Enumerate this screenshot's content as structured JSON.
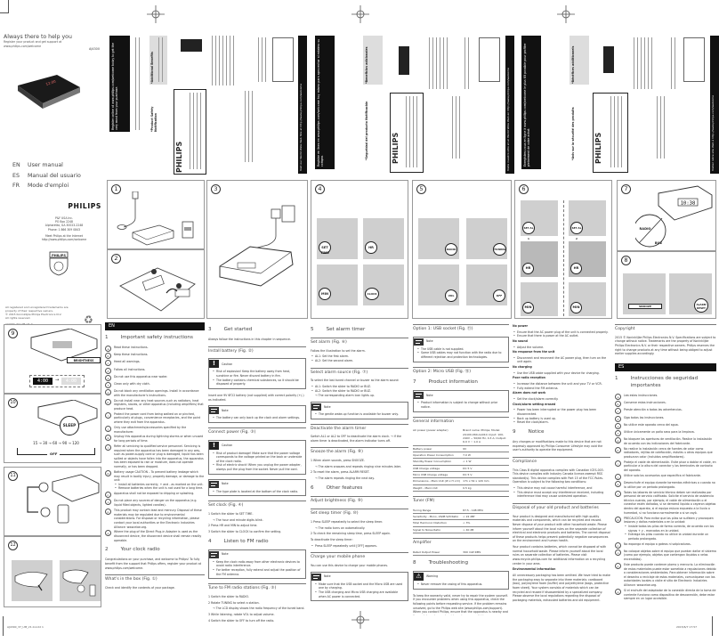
{
  "cover": {
    "tagline": "Always there to help you",
    "register_line1": "Register your product and get support at",
    "register_url": "www.philips.com/welcome",
    "model": "AJ4300",
    "languages": [
      {
        "code": "EN",
        "name": "User manual"
      },
      {
        "code": "ES",
        "name": "Manual del usuario"
      },
      {
        "code": "FR",
        "name": "Mode d'emploi"
      }
    ],
    "brand": "PHILIPS",
    "address": [
      "P&F USA Inc.",
      "PO Box 2248",
      "Alpharetta, GA 30023-2248",
      "Phone: 1 866 309 0843"
    ],
    "internet_line1": "Meet Philips at the Internet",
    "internet_url": "http://www.philips.com/welcome",
    "legal": [
      "All registered and unregistered trademarks are property of their respective owners.",
      "© 2015 Koninklijke Philips Electronics N.V.",
      "All rights reserved."
    ],
    "doc_code": "AJ4300_37_UM_V1.0"
  },
  "registration_panels": [
    {
      "lang": "EN",
      "header": "Register online at www.philips.com/welcome today to get the very most from your purchase.",
      "section1": "*Product Safety Notification",
      "section2": "*Additional Benefits",
      "brand": "PHILIPS",
      "footer": "Visit our World Wide Web Site at http://www.philips.com/welcome"
    },
    {
      "lang": "ES",
      "header": "Registre en línea en www.philips.com/welcome hoy mismo para aprovechar al máximo su compra.",
      "section1": "*Seguridad del producto Notificación",
      "section2": "*Beneficios adicionales",
      "brand": "PHILIPS",
      "footer": "Visite nuestro sitio en el World Wide Web en http://www.philips.com/welcome"
    },
    {
      "lang": "FR",
      "header": "Enregistrez-vous en ligne à www.philips.com/welcome le plus tôt possible pour profiter pleinement de votre achat.",
      "section1": "*Avis sur la sécurité des produits",
      "section2": "*Bénéfices additionnels",
      "brand": "PHILIPS",
      "footer": "Visitez notre site Web à http://www.philips.com/welcome"
    }
  ],
  "figures": [
    {
      "num": "1"
    },
    {
      "num": "2"
    },
    {
      "num": "3"
    },
    {
      "num": "4",
      "labels": [
        "SET TIME",
        "HR",
        "MIN",
        "CLOCK"
      ]
    },
    {
      "num": "5",
      "labels": [
        "RADIO",
        "TUNING",
        "VOL",
        "OFF"
      ]
    },
    {
      "num": "6",
      "labels": [
        "SET AL 1",
        "SET AL 2",
        "HR",
        "HR",
        "MIN",
        "MIN"
      ]
    },
    {
      "num": "7",
      "labels": [
        "AL 1",
        "RADIO",
        "AL 2",
        "BUZ"
      ],
      "display": "10:38"
    },
    {
      "num": "8",
      "labels": [
        "SNOOZE",
        "ALARM RESET"
      ]
    },
    {
      "num": "9",
      "labels": [
        "BRIGHTNESS"
      ],
      "display": "4:00"
    },
    {
      "num": "10",
      "labels": [
        "SLEEP",
        "OFF"
      ],
      "sequence": [
        "15",
        "30",
        "60",
        "90",
        "120"
      ]
    },
    {
      "num": "11"
    },
    {
      "num": "12"
    }
  ],
  "manual": {
    "lang_tag": "EN",
    "s1_num": "1",
    "s1_title": "Important safety instructions",
    "safety": [
      "Read these instructions.",
      "Keep these instructions.",
      "Heed all warnings.",
      "Follow all instructions.",
      "Do not use this apparatus near water.",
      "Clean only with dry cloth.",
      "Do not block any ventilation openings. Install in accordance with the manufacturer's instructions.",
      "Do not install near any heat sources such as radiators, heat registers, stoves, or other apparatus (including amplifiers) that produce heat.",
      "Protect the power cord from being walked on or pinched, particularly at plugs, convenience receptacles, and the point where they exit from the apparatus.",
      "Only use attachments/accessories specified by the manufacturer.",
      "Unplug this apparatus during lightning storms or when unused for long periods of time.",
      "Refer all servicing to qualified service personnel. Servicing is required when the apparatus has been damaged in any way, such as power-supply cord or plug is damaged, liquid has been spilled or objects have fallen into the apparatus, the apparatus has been exposed to rain or moisture, does not operate normally, or has been dropped.",
      "Battery usage CAUTION – To prevent battery leakage which may result in bodily injury, property damage, or damage to the unit:",
      "Apparatus shall not be exposed to dripping or splashing.",
      "Do not place any sources of danger on the apparatus (e.g. liquid filled objects, lighted candles).",
      "This product may contain lead and mercury. Disposal of these materials may be regulated due to environmental considerations. For disposal or recycling information, please contact your local authorities or the Electronic Industries Alliance: www.eiae.org.",
      "Where the plug of the Direct Plug-in Adapter is used as the disconnect device, the disconnect device shall remain readily operable."
    ],
    "battery_bullets": [
      "Install all batteries correctly, + and - as marked on the unit.",
      "Remove batteries when the unit is not used for a long time."
    ],
    "s2_num": "2",
    "s2_title": "Your clock radio",
    "s2_intro": "Congratulations on your purchase, and welcome to Philips! To fully benefit from the support that Philips offers, register your product at www.philips.com/welcome.",
    "whats_in_box": "What's in the box (Fig. ①)",
    "whats_in_box_text": "Check and identify the contents of your package.",
    "s3_num": "3",
    "s3_title": "Get started",
    "s3_intro": "Always follow the instructions in this chapter in sequence.",
    "install_battery": "Install battery (Fig. ②)",
    "caution_label": "Caution",
    "note_label": "Note",
    "battery_cautions": [
      "Risk of explosion! Keep the battery away from heat, sunshine or fire. Never discard battery in fire.",
      "The battery contains chemical substances, so it should be disposed of properly."
    ],
    "battery_text": "Insert one 9V 6F22 battery (not supplied) with correct polarity (+/-) as indicated.",
    "battery_note": "The battery can only back up the clock and alarm settings.",
    "connect_power": "Connect power (Fig. ③)",
    "power_cautions": [
      "Risk of product damage! Make sure that the power voltage corresponds to the voltage printed on the back or underside of the clock radio.",
      "Risk of electric shock! When you unplug the power adapter, always pull the plug from the socket. Never pull the cord."
    ],
    "power_note": "The type plate is located at the bottom of the clock radio.",
    "set_clock": "Set clock (Fig. ④)",
    "set_clock_steps": [
      "Switch the slider to SET TIME.",
      "→ The hour and minute digits blink.",
      "Press HR and MIN to adjust time.",
      "Switch the slider to CLOCK to confirm the setting."
    ],
    "s4_num": "4",
    "s4_title": "Listen to FM radio",
    "fm_notes": [
      "Keep the clock radio away from other electronic devices to avoid radio interference.",
      "For better reception, fully extend and adjust the position of the FM antenna."
    ],
    "tune_fm": "Tune to FM radio stations (Fig. ⑤)",
    "tune_steps": [
      "Switch the slider to RADIO.",
      "Rotate TUNING to select a station.",
      "→ The LCD display shows the radio frequency of the tuned band.",
      "While listening, rotate VOL to adjust volume.",
      "Switch the slider to OFF to turn off the radio."
    ],
    "s5_num": "5",
    "s5_title": "Set alarm timer",
    "set_alarm": "Set alarm (Fig. ⑥)",
    "set_alarm_text": "Follow the illustration to set the alarm.",
    "set_alarm_bullets": [
      "AL1: Set the first alarm.",
      "AL2: Set the second alarm."
    ],
    "alarm_source": "Select alarm source (Fig. ⑦)",
    "alarm_source_text": "To select the last tuned channel or buzzer as the alarm sound:",
    "alarm_source_bullets": [
      "AL1: Switch the slider to RADIO or BUZ.",
      "AL2: Switch the slider to RADIO or BUZ.",
      "→ The corresponding alarm icon lights up."
    ],
    "alarm_note": "The gentle wake-up function is available for buzzer only.",
    "deactivate": "Deactivate the alarm timer",
    "deactivate_text": "Switch AL1 or AL2 to OFF to deactivate the alarm clock. → If the alarm timer is deactivated, the alarm indicator turns off.",
    "snooze": "Snooze the alarm (Fig. ⑧)",
    "snooze_steps": [
      "When alarm sounds, press SNOOZE.",
      "→ The alarm snoozes and repeats ringing nine minutes later.",
      "To reset the alarm, press ALARM RESET.",
      "→ The alarm repeats ringing the next day."
    ],
    "s6_num": "6",
    "s6_title": "Other features",
    "brightness": "Adjust brightness (Fig. ⑨)",
    "sleep": "Set sleep timer (Fig. ⑩)",
    "sleep_steps": [
      "Press SLEEP repeatedly to select the sleep timer.",
      "→ The radio turns on automatically.",
      "To check the remaining sleep time, press SLEEP again."
    ],
    "sleep_deactivate": "To deactivate the sleep timer:",
    "sleep_deactivate_bullet": "Press SLEEP repeatedly until [OFF] appears.",
    "charge": "Charge your mobile phone",
    "charge_text": "You can use this device to charge your mobile phones.",
    "charge_notes": [
      "Make sure that the USB socket and the Micro USB are used one by charging.",
      "The USB charging and Micro USB charging are available when AC power is connected."
    ],
    "option1": "Option 1: USB socket (Fig. ⑪)",
    "usb_notes": [
      "The USB cable is not supplied.",
      "Some USB cables may not function with the radio due to different rejection and protection technologies."
    ],
    "option2": "Option 2: Micro USB (Fig. ⑫)",
    "s7_num": "7",
    "s7_title": "Product information",
    "product_note": "Product information is subject to change without prior notice.",
    "general_info": "General information",
    "general_table": [
      [
        "AC power (power adapter)",
        "Brand name: Philips; Model: AS100-060-AA010; Input: 100-240V ~ 50/60 Hz, 0.3 A; Output: 6.0 V ⎓ 1.0 A"
      ],
      [
        "Battery power",
        "9V"
      ],
      [
        "Operation Power Consumption",
        "7.0 W"
      ],
      [
        "Standby Power Consumption",
        "< 1 W"
      ],
      [
        "USB Charge voltage",
        "DC 5 V"
      ],
      [
        "Micro USB Charge voltage",
        "DC 5 V"
      ],
      [
        "Dimensions - Main Unit (W x H x D)",
        "171 x 54 x 129 mm"
      ],
      [
        "Weight - Main Unit",
        "0.5 kg"
      ]
    ],
    "tuner": "Tuner (FM)",
    "tuner_table": [
      [
        "Tuning Range",
        "87.5 - 108 MHz"
      ],
      [
        "Sensitivity - Mono, 26dB S/N Ratio",
        "< 22 dBf"
      ],
      [
        "Total Harmonic Distortion",
        "< 3%"
      ],
      [
        "Signal to Noise Ratio",
        "> 40 dB"
      ]
    ],
    "amplifier": "Amplifier",
    "amp_table": [
      [
        "Rated Output Power",
        "300 mW RMS"
      ]
    ],
    "s8_num": "8",
    "s8_title": "Troubleshooting",
    "warning_label": "Warning",
    "warning_text": "Never remove the casing of this apparatus.",
    "trouble_intro": "To keep the warranty valid, never try to repair the system yourself. If you encounter problems when using this apparatus, check the following points before requesting service. If the problem remains unsolved, go to the Philips web site (www.philips.com/support). When you contact Philips, ensure that the apparatus is nearby and the model number and serial number are available.",
    "trouble": [
      {
        "q": "No power",
        "a": [
          "Ensure that the AC power plug of the unit is connected properly.",
          "Ensure that there is power at the AC outlet."
        ]
      },
      {
        "q": "No sound",
        "a": [
          "Adjust the volume."
        ]
      },
      {
        "q": "No response from the unit",
        "a": [
          "Disconnect and reconnect the AC power plug, then turn on the unit again."
        ]
      },
      {
        "q": "No charging",
        "a": [
          "Use the USB cable supplied with your device for charging."
        ]
      },
      {
        "q": "Poor radio reception",
        "a": [
          "Increase the distance between the unit and your TV or VCR.",
          "Fully extend the FM antenna."
        ]
      },
      {
        "q": "Alarm does not work",
        "a": [
          "Set the clock/alarm correctly."
        ]
      },
      {
        "q": "Clock/alarm setting erased",
        "a": [
          "Power has been interrupted or the power plug has been disconnected.",
          "Back up battery is used up.",
          "Reset the clock/alarm."
        ]
      }
    ],
    "s9_num": "9",
    "s9_title": "Notice",
    "notice_text": "Any changes or modifications made to this device that are not expressly approved by Philips Consumer Lifestyle may void the user's authority to operate the equipment.",
    "compliance": "Compliance",
    "compliance_text": "This Class B digital apparatus complies with Canadian ICES-003. This device complies with Industry Canada licence-exempt RSS standard(s). This device complies with Part 15 of the FCC Rules. Operation is subject to the following two conditions:",
    "compliance_bullets": [
      "This device may not cause harmful interference, and",
      "This device must accept any interference received, including interference that may cause undesired operation."
    ],
    "disposal": "Disposal of your old product and batteries",
    "disposal_text": "Your product is designed and manufactured with high quality materials and components, which can be recycled and reused. Never dispose of your product with other household waste. Please inform yourself about the local rules on the separate collection of electrical and electronic products and batteries. The correct disposal of these products helps prevent potentially negative consequences on the environment and human health.",
    "disposal_text2": "Your product contains batteries, which cannot be disposed of with normal household waste. Please inform yourself about the local rules on separate collection of batteries. Please visit www.recycle.philips.com for additional information on a recycling center in your area.",
    "env_title": "Environmental information",
    "env_text": "All unnecessary packaging has been omitted. We have tried to make the packaging easy to separate into three materials: cardboard (box), polystyrene foam (buffer) and polyethylene (bags, protective foam sheet). Your system consists of materials which can be recycled and reused if disassembled by a specialized company. Please observe the local regulations regarding the disposal of packaging materials, exhausted batteries and old equipment.",
    "copyright": "Copyright",
    "copyright_text": "2015 © Koninklijke Philips Electronics N.V. Specifications are subject to change without notice. Trademarks are the property of Koninklijke Philips Electronics N.V. or their respective owners. Philips reserves the right to change products at any time without being obliged to adjust earlier supplies accordingly.",
    "es_tag": "ES",
    "es_s1_num": "1",
    "es_s1_title": "Instrucciones de seguridad importantes",
    "es_safety": [
      "Lea estas instrucciones.",
      "Conserve estas instrucciones.",
      "Preste atención a todas las advertencias.",
      "Siga todas las instrucciones.",
      "No utilice este aparato cerca del agua.",
      "Utilice únicamente un paño seco para la limpieza.",
      "No bloquee las aperturas de ventilación. Realice la instalación de acuerdo con las indicaciones del fabricante.",
      "No realice la instalación cerca de fuentes de calor como radiadores, rejillas de calefacción, estufas u otros equipos que produzcan calor (incluidos amplificadores).",
      "Proteja el cable de alimentación. Evite pisar o doblar el cable, en particular a la altura del conector y los terminales de contacto del aparato.",
      "Utilice solo los accesorios que especifica el fabricante.",
      "Desenchufe el equipo durante tormentas eléctricas o cuando no lo utilice por un período prolongado.",
      "Todas las labores de servicio técnico deben ser realizadas por personal de servicio calificado. Solicite el servicio de asistencia técnica cuando, por ejemplo, el cable de alimentación o el conector estén dañados, si se derramó líquido o cayeron objetos dentro del aparato, si el equipo estuvo expuesto a la lluvia o humedad, si no funciona normalmente o si se cayó.",
      "PRECAUCIÓN: Para evitar que las pilas se sulfaten y provoquen lesiones y daños materiales o en la unidad:",
      "No exponga el equipo a goteos ni salpicaduras.",
      "No coloque objetos sobre el equipo que puedan dañar el sistema (como por ejemplo, objetos que contengan líquidos o velas encendidas).",
      "Este producto puede contener plomo y mercurio. La eliminación de estos materiales puede estar sometida a regulaciones debido a consideraciones ambientales. Para obtener información sobre el desecho o reciclaje de estos materiales, comuníquese con las autoridades locales o visite el sitio de Electronic Industries Alliance: www.eiae.org.",
      "Si el enchufe del adaptador de la conexión directa de la toma de corriente funciona como dispositivo de desconexión, debe estar siempre en un lugar accesible."
    ],
    "es_battery_bullets": [
      "Instale todas las pilas de forma correcta, de acuerdo con los signos + y - marcados en la unidad.",
      "Extraiga las pilas cuando no utilice la unidad durante un período prolongado."
    ]
  },
  "footer": {
    "left_code": "AJ4300_37_UM_V1.0.indd   1",
    "right_date": "2015/6/7   17:57"
  }
}
